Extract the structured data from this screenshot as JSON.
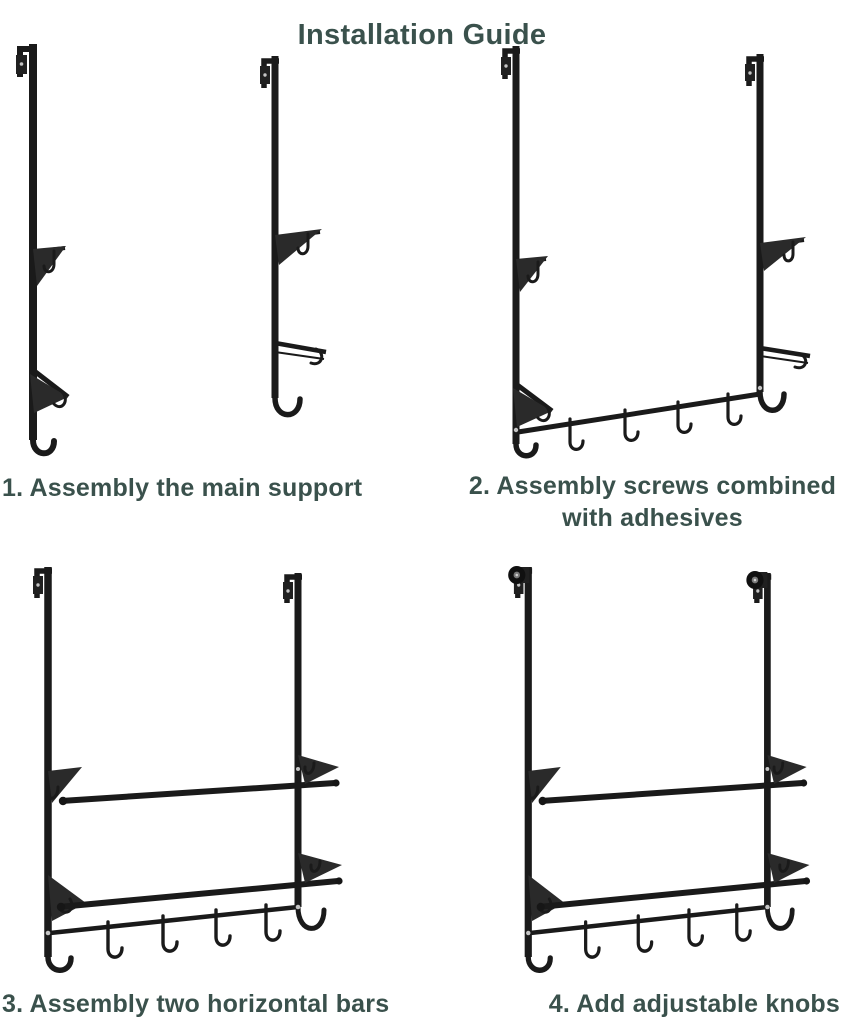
{
  "title": "Installation Guide",
  "colors": {
    "heading_text": "#3a514c",
    "metal": "#1a1a1a",
    "background": "#ffffff"
  },
  "steps": [
    {
      "caption_lines": [
        "1. Assembly the main support"
      ],
      "illustration": "two-separate-support-rails"
    },
    {
      "caption_lines": [
        "2. Assembly screws combined",
        "with adhesives"
      ],
      "illustration": "rails-joined-with-bottom-hook-rail"
    },
    {
      "caption_lines": [
        "3. Assembly two horizontal bars"
      ],
      "illustration": "rack-with-two-horizontal-bars"
    },
    {
      "caption_lines": [
        "4. Add adjustable knobs"
      ],
      "illustration": "finished-rack-with-adjustable-knobs"
    }
  ]
}
